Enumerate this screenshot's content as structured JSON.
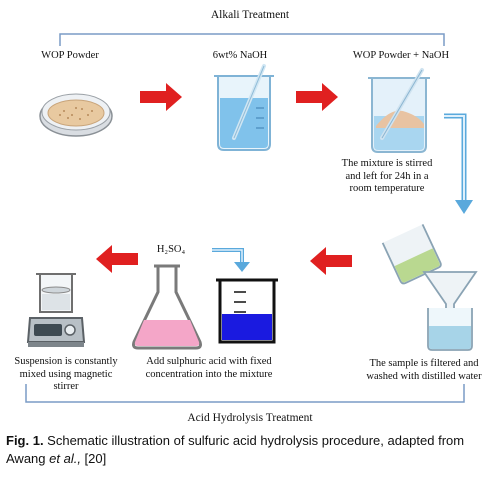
{
  "top_section": {
    "title": "Alkali Treatment"
  },
  "bottom_section": {
    "title": "Acid Hydrolysis Treatment"
  },
  "steps": {
    "wop_powder": "WOP Powder",
    "naoh": "6wt% NaOH",
    "mix": "WOP Powder + NaOH",
    "stir_note": "The mixture is stirred and left for 24h in a room temperature",
    "filter_note": "The sample is filtered and washed with distilled water",
    "acid_note": "Add sulphuric acid with fixed concentration into the mixture",
    "suspension_note": "Suspension is constantly mixed using magnetic stirrer",
    "acid_formula": "H₂SO₄"
  },
  "caption": {
    "label": "Fig. 1.",
    "text_before": " Schematic illustration of sulfuric acid hydrolysis procedure, adapted from Awang ",
    "text_italic": "et al.,",
    "text_after": " [20]"
  },
  "colors": {
    "red_arrow": "#e02020",
    "blue_arrow": "#5aa9dc",
    "bracket": "#7a9cc6",
    "acid_pink": "#f4a6c8",
    "beaker_blue": "#1a1ae0",
    "powder": "#e8c9a0"
  },
  "icons": [
    "petri-dish-icon",
    "beaker-icon",
    "beaker-powder-icon",
    "pouring-filter-icon",
    "beaker-blue-icon",
    "flask-pink-icon",
    "magnetic-stirrer-icon"
  ]
}
